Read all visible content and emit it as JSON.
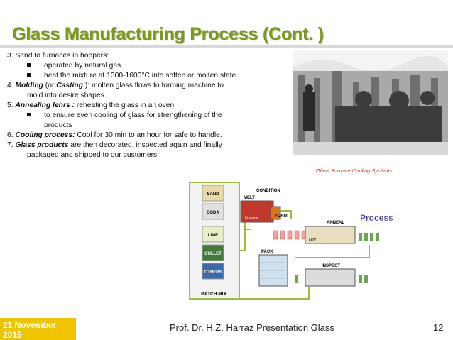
{
  "title": "Glass Manufacturing Process (Cont. )",
  "content": {
    "l1": "3. Send to furnaces in hoppers:",
    "l1a": "operated by natural gas",
    "l1b": "heat the mixture at 1300-1600°C into soften or molten state",
    "l2_num": "4. ",
    "l2_term": "Molding",
    "l2_mid": "  (or ",
    "l2_term2": "Casting",
    "l2_rest": " ): molten glass flows to forming machine to",
    "l2_cont": "mold into desire shapes",
    "l3_num": "5.   ",
    "l3_term": "Annealing lehrs :",
    "l3_rest": " reheating the glass in an oven",
    "l3a": "to ensure even cooling of glass for strengthening of the",
    "l3a_cont": "products",
    "l4_num": "6.   ",
    "l4_term": "Cooling process:",
    "l4_rest": " Cool for 30 min to an hour for safe to handle.",
    "l5_num": "7.   ",
    "l5_term": "Glass products",
    "l5_rest": " are then decorated, inspected again and finally",
    "l5_cont": "packaged  and shipped to our customers."
  },
  "caption": "Glass Furnace  Cooling Systems",
  "diagram": {
    "bins": [
      "SAND",
      "SODA",
      "LIME",
      "CULLET",
      "OTHERS"
    ],
    "batch_mix": "BATCH MIX",
    "melt": "MELT",
    "condition": "CONDITION",
    "furnace": "Furnace",
    "form": "FORM",
    "anneal": "ANNEAL",
    "lehr": "Lehr",
    "pack": "PACK",
    "inspect": "INSPECT",
    "process": "Process"
  },
  "footer": {
    "date": "21 November 2015",
    "presenter": "Prof. Dr. H.Z. Harraz Presentation     Glass",
    "page": "12"
  },
  "colors": {
    "title": "#7a9a1a",
    "footer_accent": "#f0c500",
    "caption": "#c0392b",
    "process": "#3a2a9a"
  }
}
